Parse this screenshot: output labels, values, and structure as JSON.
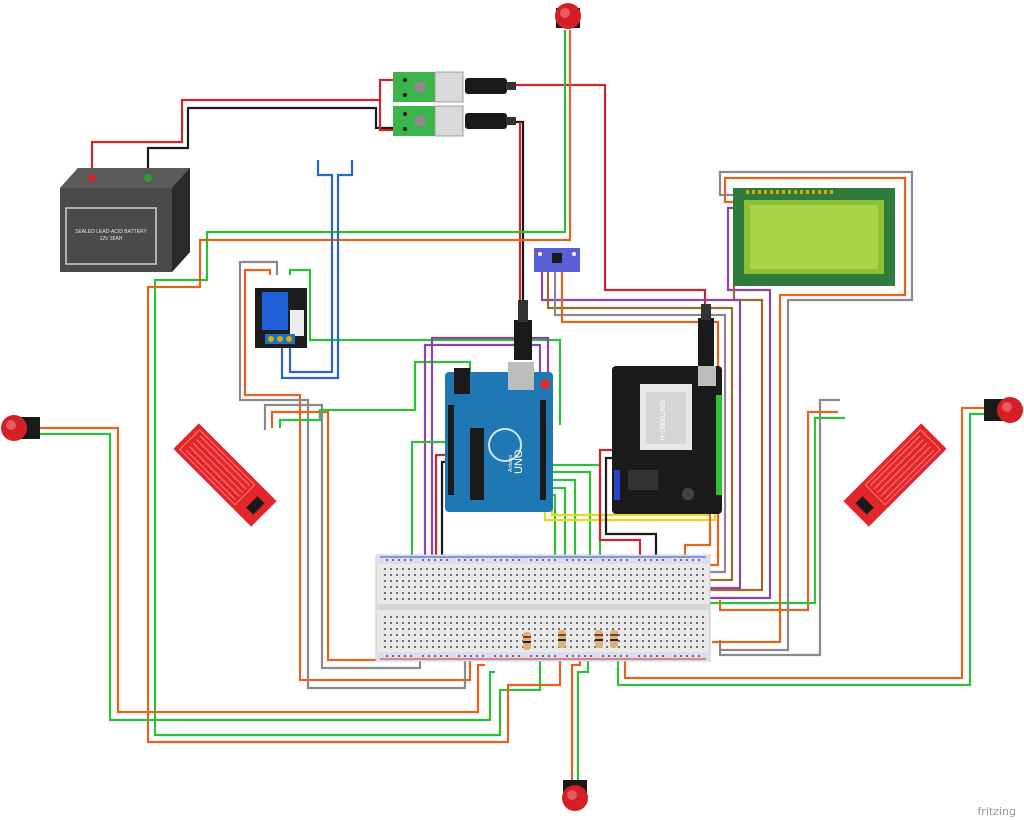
{
  "battery": {
    "line1": "SEALED LEAD-ACID BATTERY",
    "line2": "12V 35AH"
  },
  "arduino": {
    "brand": "UNO",
    "sub": "Arduino"
  },
  "gsm": {
    "chip": "SIM7600G-H"
  },
  "watermark": "fritzing",
  "colors": {
    "red": "#c6282b",
    "black": "#1a1a1a",
    "green": "#2fbf3a",
    "orange": "#e0661f",
    "gray": "#8a8a8a",
    "purple": "#8e44ad",
    "brown": "#9c6a2f",
    "yellow": "#e8d71e",
    "blue": "#2a66c9",
    "darkred": "#b31b1b",
    "lcd": "#a8d44a",
    "arduino": "#1f78b4",
    "sensor": "#e3262a"
  },
  "icons": [
    "battery-icon",
    "push-button-icon",
    "relay-module-icon",
    "water-sensor-icon",
    "lcd-display-icon",
    "arduino-board-icon",
    "gsm-shield-icon",
    "breadboard-icon",
    "usb-connector-icon",
    "step-down-converter-icon",
    "resistor-icon",
    "gyro-module-icon"
  ]
}
